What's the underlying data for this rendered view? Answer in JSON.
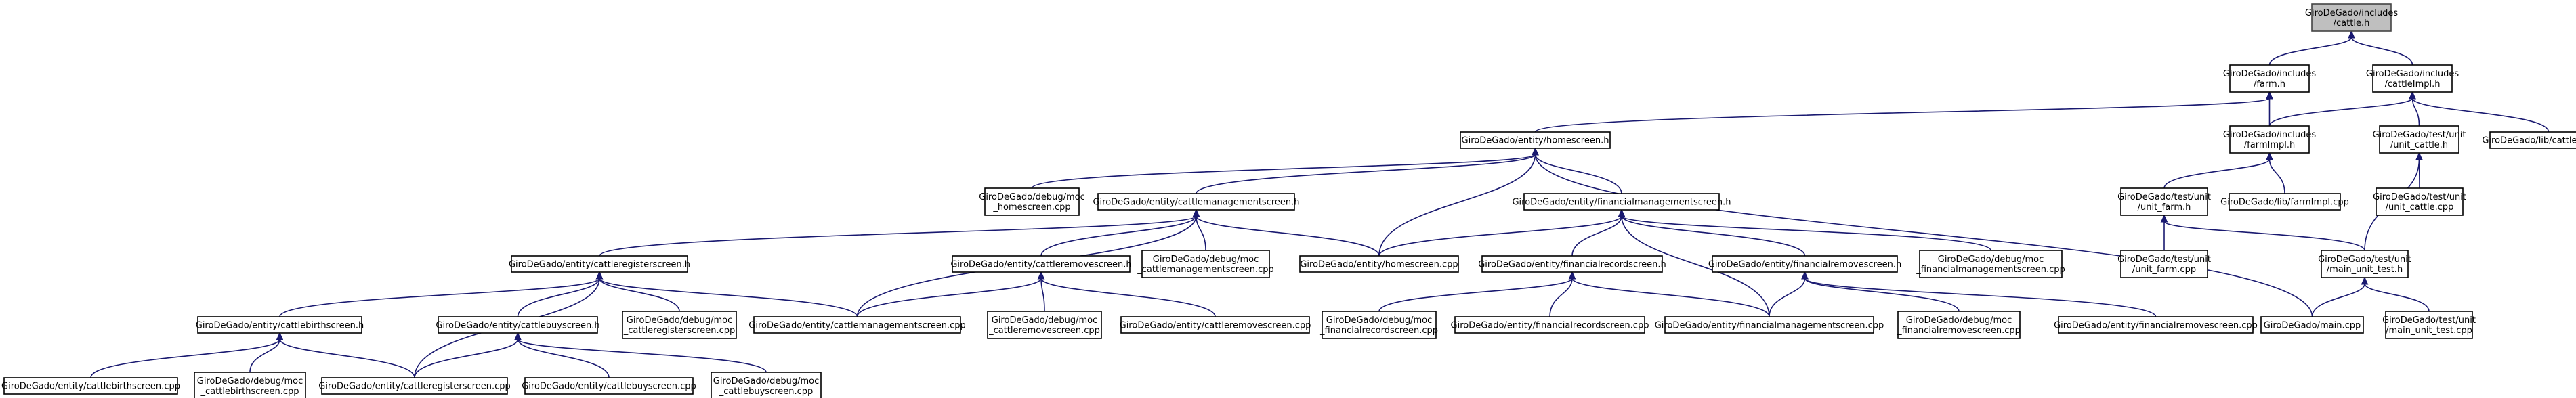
{
  "graph": {
    "colors": {
      "edge": "#191970",
      "node_border": "#000000",
      "root_fill": "#bfbfbf"
    },
    "nodes": {
      "cattle_h": {
        "lines": [
          "GiroDeGado/includes",
          "/cattle.h"
        ],
        "root": true
      },
      "farm_h": {
        "lines": [
          "GiroDeGado/includes",
          "/farm.h"
        ]
      },
      "cattleimpl_h": {
        "lines": [
          "GiroDeGado/includes",
          "/cattleImpl.h"
        ]
      },
      "homescreen_h": {
        "lines": [
          "GiroDeGado/entity/homescreen.h"
        ]
      },
      "farmimpl_h": {
        "lines": [
          "GiroDeGado/includes",
          "/farmImpl.h"
        ]
      },
      "test_unit_cattle_h": {
        "lines": [
          "GiroDeGado/test/unit",
          "/unit_cattle.h"
        ]
      },
      "lib_cattleimpl_cpp": {
        "lines": [
          "GiroDeGado/lib/cattleImpl.cpp"
        ]
      },
      "debug_homescreen_cpp": {
        "lines": [
          "GiroDeGado/debug/moc",
          "_homescreen.cpp"
        ]
      },
      "cattlemanagement_h": {
        "lines": [
          "GiroDeGado/entity/cattlemanagementscreen.h"
        ]
      },
      "financialmanagement_h": {
        "lines": [
          "GiroDeGado/entity/financialmanagementscreen.h"
        ]
      },
      "test_unit_farm_h": {
        "lines": [
          "GiroDeGado/test/unit",
          "/unit_farm.h"
        ]
      },
      "lib_farmimpl_cpp": {
        "lines": [
          "GiroDeGado/lib/farmImpl.cpp"
        ]
      },
      "test_unit_cattle_cpp": {
        "lines": [
          "GiroDeGado/test/unit",
          "/unit_cattle.cpp"
        ]
      },
      "cattleregister_h": {
        "lines": [
          "GiroDeGado/entity/cattleregisterscreen.h"
        ]
      },
      "cattleremove_h": {
        "lines": [
          "GiroDeGado/entity/cattleremovescreen.h"
        ]
      },
      "debug_cattlemanagement_cpp": {
        "lines": [
          "GiroDeGado/debug/moc",
          "_cattlemanagementscreen.cpp"
        ]
      },
      "homescreen_cpp": {
        "lines": [
          "GiroDeGado/entity/homescreen.cpp"
        ]
      },
      "financialrecords_h": {
        "lines": [
          "GiroDeGado/entity/financialrecordscreen.h"
        ]
      },
      "financialremove_h": {
        "lines": [
          "GiroDeGado/entity/financialremovescreen.h"
        ]
      },
      "debug_financialmanagement_cpp": {
        "lines": [
          "GiroDeGado/debug/moc",
          "_financialmanagementscreen.cpp"
        ]
      },
      "test_unit_farm_cpp": {
        "lines": [
          "GiroDeGado/test/unit",
          "/unit_farm.cpp"
        ]
      },
      "main_unit_test_h": {
        "lines": [
          "GiroDeGado/test/unit",
          "/main_unit_test.h"
        ]
      },
      "cattlebirth_h": {
        "lines": [
          "GiroDeGado/entity/cattlebirthscreen.h"
        ]
      },
      "cattlebuy_h": {
        "lines": [
          "GiroDeGado/entity/cattlebuyscreen.h"
        ]
      },
      "debug_cattleregister_cpp": {
        "lines": [
          "GiroDeGado/debug/moc",
          "_cattleregisterscreen.cpp"
        ]
      },
      "cattlemanagement_cpp": {
        "lines": [
          "GiroDeGado/entity/cattlemanagementscreen.cpp"
        ]
      },
      "debug_cattleremove_cpp": {
        "lines": [
          "GiroDeGado/debug/moc",
          "_cattleremovescreen.cpp"
        ]
      },
      "cattleremove_cpp": {
        "lines": [
          "GiroDeGado/entity/cattleremovescreen.cpp"
        ]
      },
      "debug_financialrecords_cpp": {
        "lines": [
          "GiroDeGado/debug/moc",
          "_financialrecordscreen.cpp"
        ]
      },
      "financialrecords_cpp": {
        "lines": [
          "GiroDeGado/entity/financialrecordscreen.cpp"
        ]
      },
      "financialmanagement_cpp": {
        "lines": [
          "GiroDeGado/entity/financialmanagementscreen.cpp"
        ]
      },
      "debug_financialremove_cpp": {
        "lines": [
          "GiroDeGado/debug/moc",
          "_financialremovescreen.cpp"
        ]
      },
      "financialremove_cpp": {
        "lines": [
          "GiroDeGado/entity/financialremovescreen.cpp"
        ]
      },
      "main_cpp": {
        "lines": [
          "GiroDeGado/main.cpp"
        ]
      },
      "main_unit_test_cpp": {
        "lines": [
          "GiroDeGado/test/unit",
          "/main_unit_test.cpp"
        ]
      },
      "cattlebirth_cpp": {
        "lines": [
          "GiroDeGado/entity/cattlebirthscreen.cpp"
        ]
      },
      "debug_cattlebirth_cpp": {
        "lines": [
          "GiroDeGado/debug/moc",
          "_cattlebirthscreen.cpp"
        ]
      },
      "cattleregister_cpp": {
        "lines": [
          "GiroDeGado/entity/cattleregisterscreen.cpp"
        ]
      },
      "cattlebuy_cpp": {
        "lines": [
          "GiroDeGado/entity/cattlebuyscreen.cpp"
        ]
      },
      "debug_cattlebuy_cpp": {
        "lines": [
          "GiroDeGado/debug/moc",
          "_cattlebuyscreen.cpp"
        ]
      }
    },
    "edges": [
      [
        "farm_h",
        "cattle_h"
      ],
      [
        "cattleimpl_h",
        "cattle_h"
      ],
      [
        "homescreen_h",
        "farm_h"
      ],
      [
        "farmimpl_h",
        "farm_h"
      ],
      [
        "farmimpl_h",
        "cattleimpl_h"
      ],
      [
        "test_unit_cattle_h",
        "cattleimpl_h"
      ],
      [
        "lib_cattleimpl_cpp",
        "cattleimpl_h"
      ],
      [
        "debug_homescreen_cpp",
        "homescreen_h"
      ],
      [
        "cattlemanagement_h",
        "homescreen_h"
      ],
      [
        "financialmanagement_h",
        "homescreen_h"
      ],
      [
        "homescreen_cpp",
        "homescreen_h"
      ],
      [
        "main_cpp",
        "homescreen_h"
      ],
      [
        "test_unit_farm_h",
        "farmimpl_h"
      ],
      [
        "lib_farmimpl_cpp",
        "farmimpl_h"
      ],
      [
        "test_unit_cattle_cpp",
        "test_unit_cattle_h"
      ],
      [
        "main_unit_test_h",
        "test_unit_cattle_h"
      ],
      [
        "cattleregister_h",
        "cattlemanagement_h"
      ],
      [
        "cattleremove_h",
        "cattlemanagement_h"
      ],
      [
        "debug_cattlemanagement_cpp",
        "cattlemanagement_h"
      ],
      [
        "homescreen_cpp",
        "cattlemanagement_h"
      ],
      [
        "cattlemanagement_cpp",
        "cattlemanagement_h"
      ],
      [
        "homescreen_cpp",
        "financialmanagement_h"
      ],
      [
        "financialrecords_h",
        "financialmanagement_h"
      ],
      [
        "financialremove_h",
        "financialmanagement_h"
      ],
      [
        "debug_financialmanagement_cpp",
        "financialmanagement_h"
      ],
      [
        "financialmanagement_cpp",
        "financialmanagement_h"
      ],
      [
        "test_unit_farm_cpp",
        "test_unit_farm_h"
      ],
      [
        "main_unit_test_h",
        "test_unit_farm_h"
      ],
      [
        "cattlebirth_h",
        "cattleregister_h"
      ],
      [
        "cattlebuy_h",
        "cattleregister_h"
      ],
      [
        "debug_cattleregister_cpp",
        "cattleregister_h"
      ],
      [
        "cattlemanagement_cpp",
        "cattleregister_h"
      ],
      [
        "cattleregister_cpp",
        "cattleregister_h"
      ],
      [
        "debug_cattleremove_cpp",
        "cattleremove_h"
      ],
      [
        "cattleremove_cpp",
        "cattleremove_h"
      ],
      [
        "cattlemanagement_cpp",
        "cattleremove_h"
      ],
      [
        "debug_financialrecords_cpp",
        "financialrecords_h"
      ],
      [
        "financialrecords_cpp",
        "financialrecords_h"
      ],
      [
        "financialmanagement_cpp",
        "financialrecords_h"
      ],
      [
        "debug_financialremove_cpp",
        "financialremove_h"
      ],
      [
        "financialremove_cpp",
        "financialremove_h"
      ],
      [
        "financialmanagement_cpp",
        "financialremove_h"
      ],
      [
        "main_cpp",
        "main_unit_test_h"
      ],
      [
        "main_unit_test_cpp",
        "main_unit_test_h"
      ],
      [
        "cattlebirth_cpp",
        "cattlebirth_h"
      ],
      [
        "debug_cattlebirth_cpp",
        "cattlebirth_h"
      ],
      [
        "cattleregister_cpp",
        "cattlebirth_h"
      ],
      [
        "cattleregister_cpp",
        "cattlebuy_h"
      ],
      [
        "cattlebuy_cpp",
        "cattlebuy_h"
      ],
      [
        "debug_cattlebuy_cpp",
        "cattlebuy_h"
      ]
    ]
  }
}
